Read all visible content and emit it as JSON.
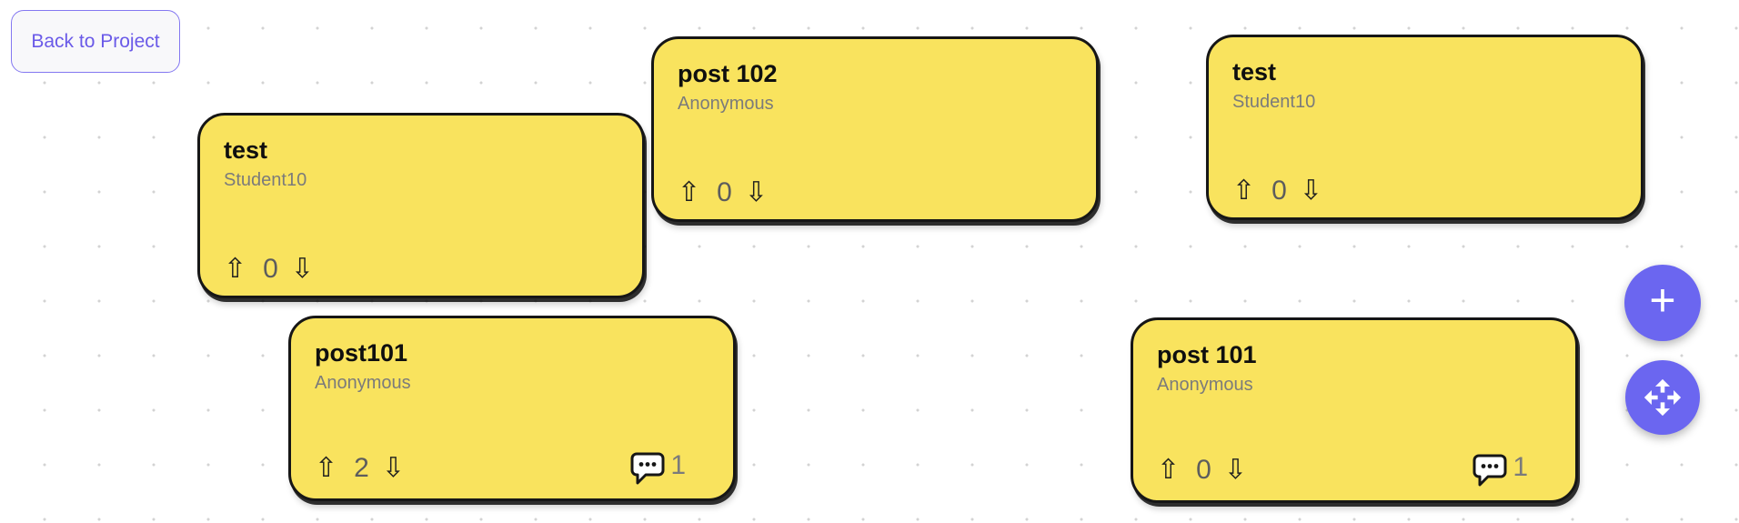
{
  "back_button": {
    "label": "Back to Project"
  },
  "board": {
    "notes": [
      {
        "title": "test",
        "author": "Student10",
        "votes": "0",
        "comments": null
      },
      {
        "title": "post 102",
        "author": "Anonymous",
        "votes": "0",
        "comments": null
      },
      {
        "title": "test",
        "author": "Student10",
        "votes": "0",
        "comments": null
      },
      {
        "title": "post101",
        "author": "Anonymous",
        "votes": "2",
        "comments": "1"
      },
      {
        "title": "post 101",
        "author": "Anonymous",
        "votes": "0",
        "comments": "1"
      }
    ]
  },
  "icons": {
    "up_glyph": "⇧",
    "down_glyph": "⇩",
    "plus_glyph": "+",
    "comment_icon": "speech-bubble-ellipsis",
    "move_icon": "four-direction-arrows"
  },
  "colors": {
    "card_yellow": "#f9e35e",
    "card_border": "#161616",
    "accent_purple": "#6b66f0",
    "back_text": "#6a5ae8",
    "back_border": "#8478f1",
    "dot_gray": "#d3d3d3",
    "author_gray": "#7b7b7b",
    "count_gray": "#5d5d5d"
  }
}
